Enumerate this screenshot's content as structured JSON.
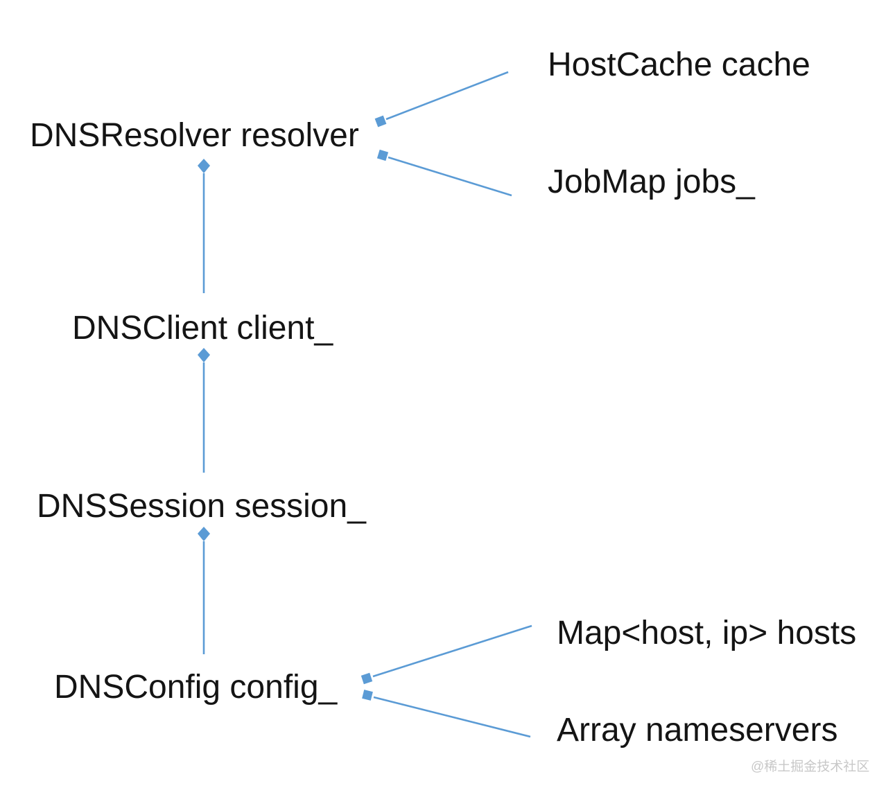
{
  "nodes": {
    "resolver": {
      "label": "DNSResolver resolver"
    },
    "host_cache": {
      "label": "HostCache cache"
    },
    "job_map": {
      "label": "JobMap jobs_"
    },
    "client": {
      "label": "DNSClient client_"
    },
    "session": {
      "label": "DNSSession session_"
    },
    "config": {
      "label": "DNSConfig config_"
    },
    "hosts_map": {
      "label": "Map<host, ip> hosts"
    },
    "nameservers": {
      "label": "Array nameservers"
    }
  },
  "edges": [
    {
      "owner": "resolver",
      "member": "host_cache",
      "type": "composition"
    },
    {
      "owner": "resolver",
      "member": "job_map",
      "type": "composition"
    },
    {
      "owner": "resolver",
      "member": "client",
      "type": "composition"
    },
    {
      "owner": "client",
      "member": "session",
      "type": "composition"
    },
    {
      "owner": "session",
      "member": "config",
      "type": "composition"
    },
    {
      "owner": "config",
      "member": "hosts_map",
      "type": "composition"
    },
    {
      "owner": "config",
      "member": "nameservers",
      "type": "composition"
    }
  ],
  "colors": {
    "connector": "#5b9bd5",
    "text": "#141414",
    "background": "#ffffff",
    "watermark": "#c8c8c8"
  },
  "watermark": {
    "text": "@稀土掘金技术社区"
  }
}
